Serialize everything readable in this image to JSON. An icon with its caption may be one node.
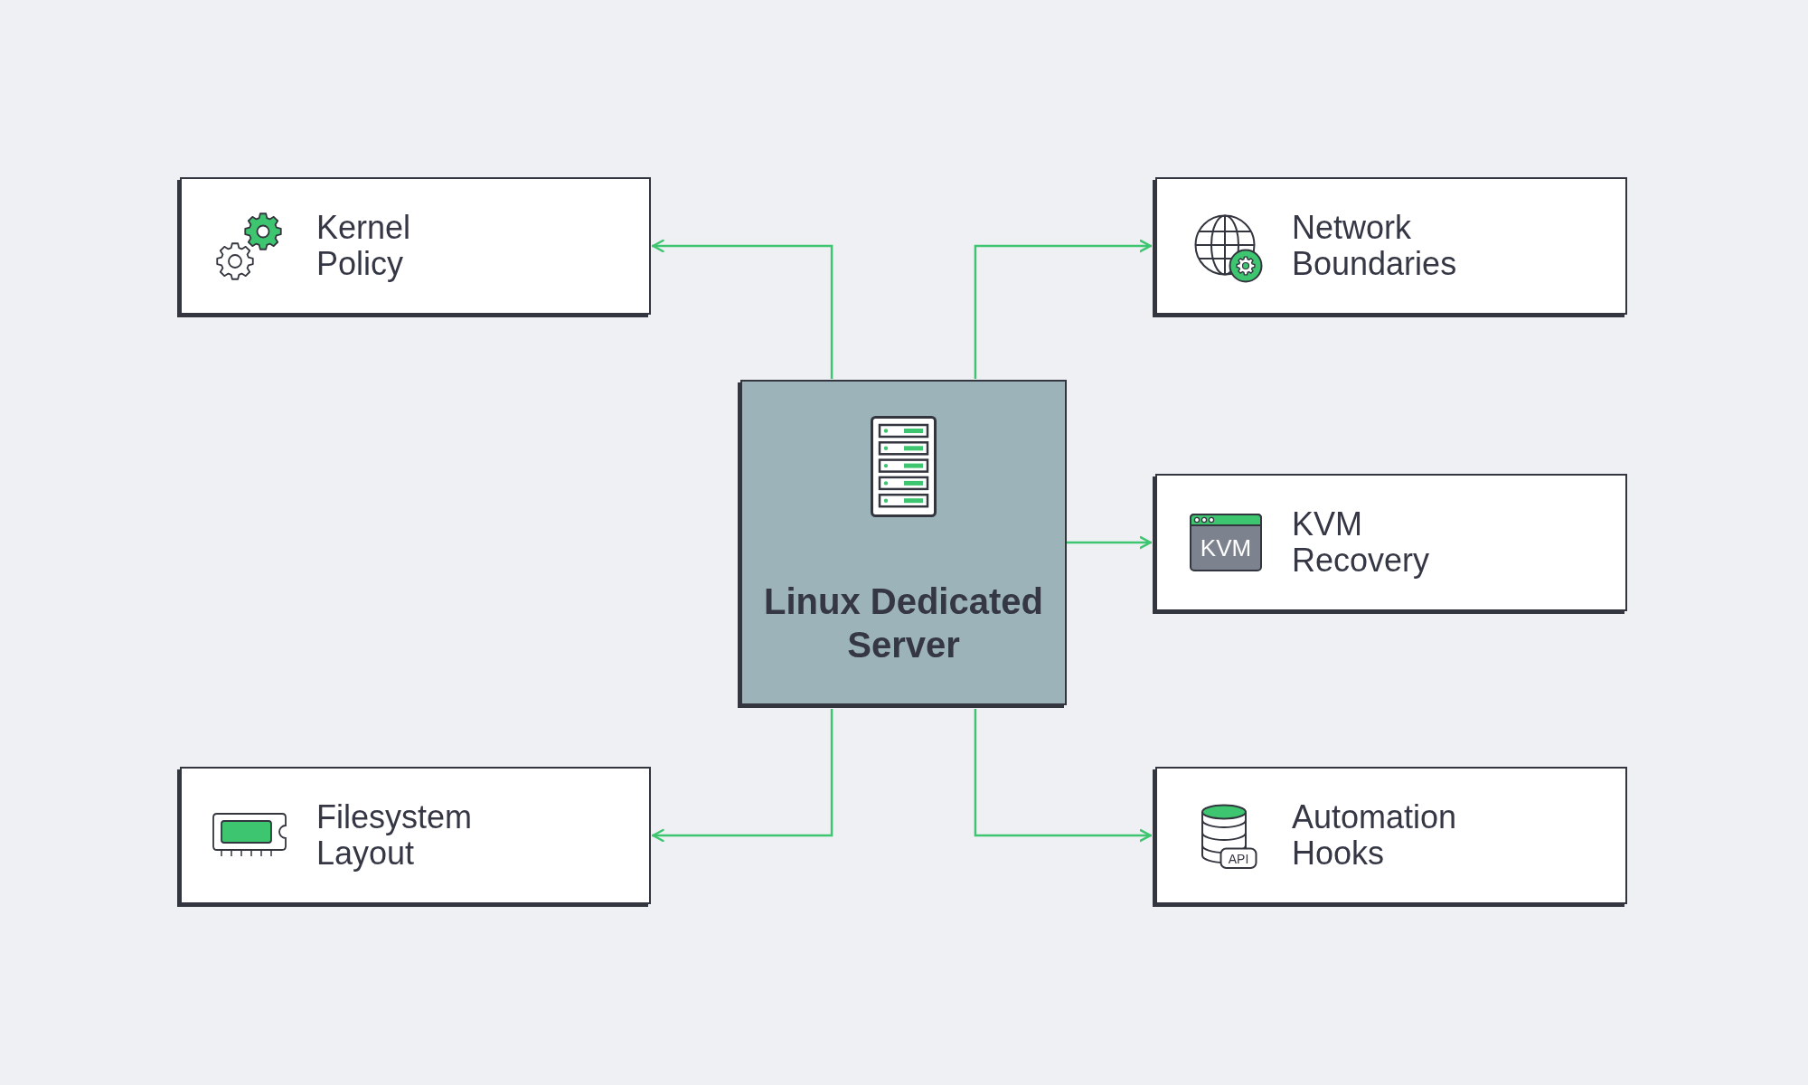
{
  "diagram": {
    "nodes": [
      {
        "text": [
          "Kernel Policy"
        ]
      },
      {
        "text": [
          "Network Boundaries"
        ]
      },
      {
        "text": [
          "Linux Dedicated Server"
        ]
      },
      {
        "text": [
          "KVM Recovery"
        ]
      },
      {
        "text": [
          "Filesystem Layout"
        ]
      },
      {
        "text": [
          "Automation Hooks"
        ]
      }
    ],
    "edges": [
      {
        "from": 2,
        "to": 0,
        "arrow": "to"
      },
      {
        "from": 2,
        "to": 1,
        "arrow": "to"
      },
      {
        "from": 2,
        "to": 3,
        "arrow": "to"
      },
      {
        "from": 2,
        "to": 4,
        "arrow": "to"
      },
      {
        "from": 2,
        "to": 5,
        "arrow": "to"
      }
    ],
    "labels": [
      "KVM",
      "API"
    ]
  }
}
